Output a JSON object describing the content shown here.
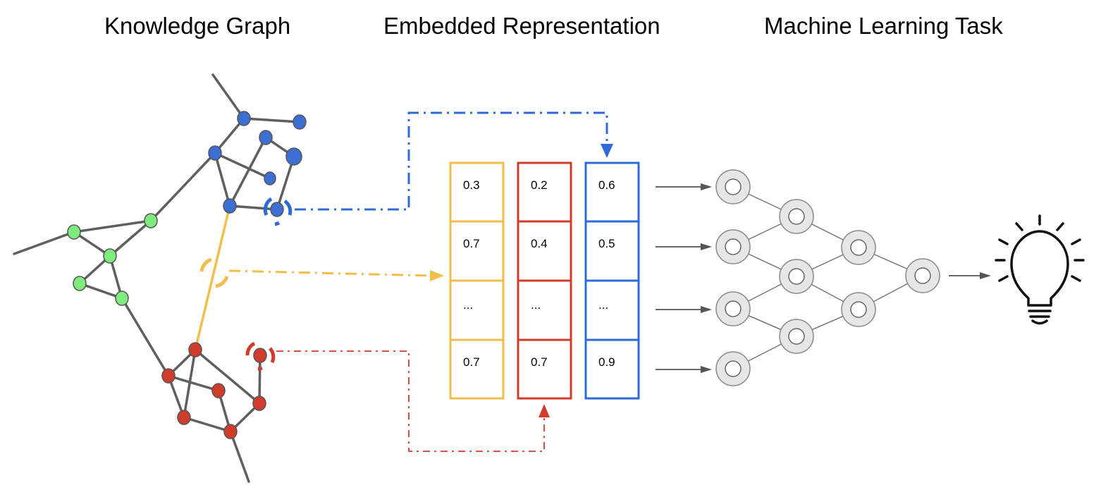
{
  "titles": {
    "knowledge_graph": "Knowledge Graph",
    "embedded_representation": "Embedded Representation",
    "machine_learning_task": "Machine Learning Task"
  },
  "colors": {
    "blue": "#2E6BD6",
    "yellow": "#F2BE4B",
    "red": "#D13B2B",
    "green": "#7EEB7E",
    "edge": "#5F5F5F",
    "neuron": "#E6E6E6"
  },
  "embedding_vectors": [
    {
      "color": "yellow",
      "values": [
        "0.3",
        "0.7",
        "...",
        "0.7"
      ]
    },
    {
      "color": "red",
      "values": [
        "0.2",
        "0.4",
        "...",
        "0.7"
      ]
    },
    {
      "color": "blue",
      "values": [
        "0.6",
        "0.5",
        "...",
        "0.9"
      ]
    }
  ],
  "output_icon": "lightbulb-icon"
}
